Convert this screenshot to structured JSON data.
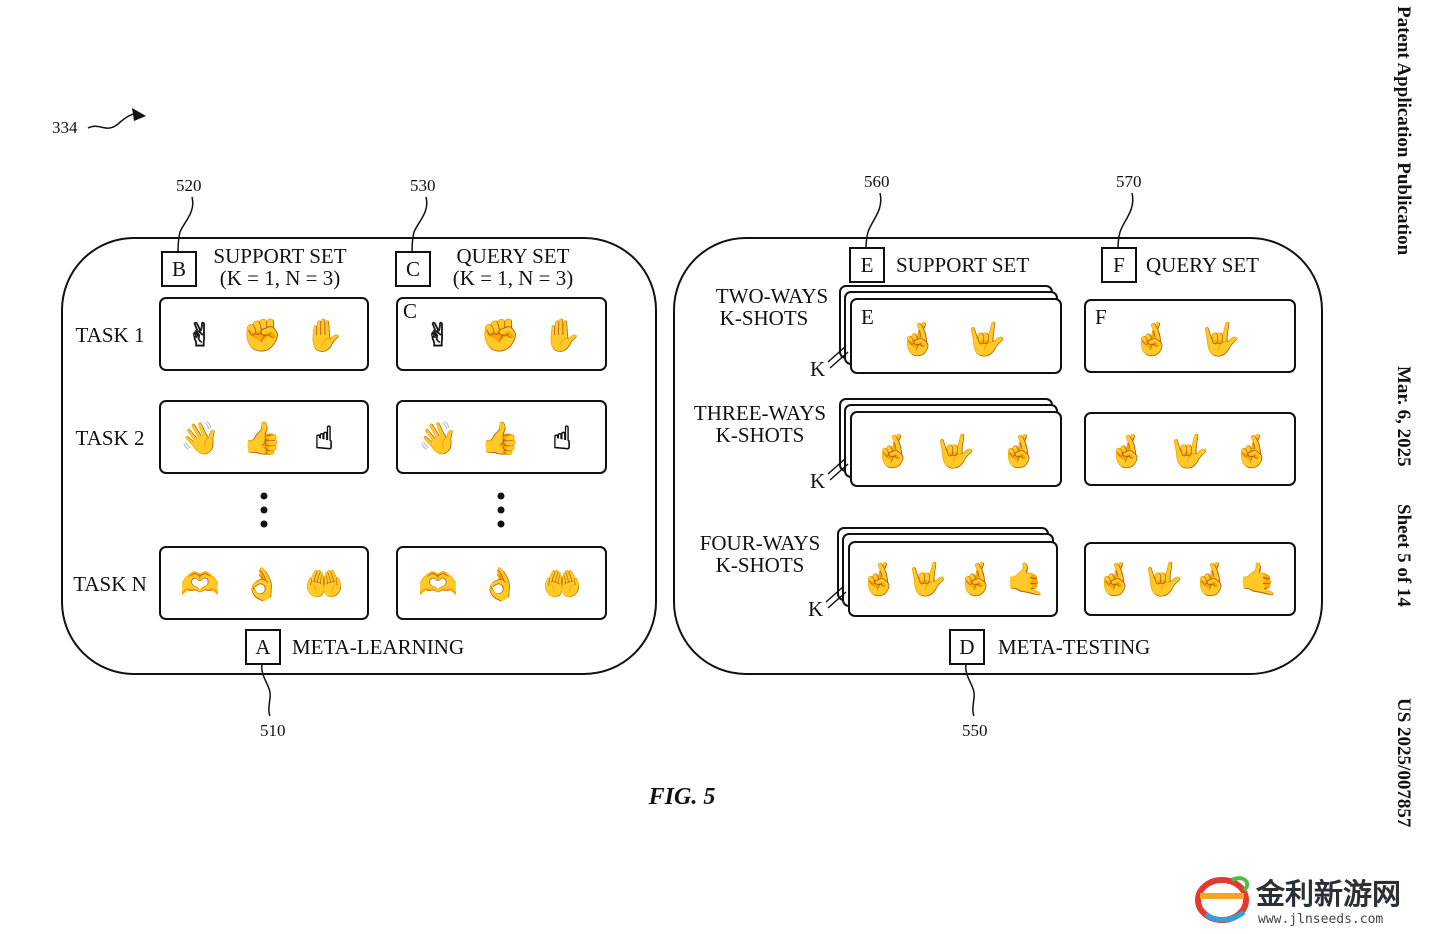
{
  "header": {
    "publication": "Patent Application Publication",
    "date": "Mar. 6, 2025",
    "sheet": "Sheet 5 of 14",
    "number": "US 2025/007857"
  },
  "refs": {
    "overall": "334",
    "meta_learning": "510",
    "support_learning": "520",
    "query_learning": "530",
    "meta_testing": "550",
    "support_testing": "560",
    "query_testing": "570"
  },
  "meta_learning": {
    "letter": "A",
    "title": "META-LEARNING",
    "support": {
      "letter": "B",
      "line1": "SUPPORT SET",
      "line2": "(K = 1, N = 3)"
    },
    "query": {
      "letter": "C",
      "line1": "QUERY SET",
      "line2": "(K = 1, N = 3)",
      "inner_letter": "C"
    },
    "ellipsis": "⋮",
    "tasks": [
      {
        "label": "TASK 1",
        "support": [
          "✌",
          "✊",
          "✋"
        ],
        "query": [
          "✌",
          "✊",
          "✋"
        ]
      },
      {
        "label": "TASK 2",
        "support": [
          "👋",
          "👍",
          "☝"
        ],
        "query": [
          "👋",
          "👍",
          "☝"
        ]
      },
      {
        "label": "TASK N",
        "support": [
          "🫶",
          "👌",
          "🤲"
        ],
        "query": [
          "🫶",
          "👌",
          "🤲"
        ]
      }
    ]
  },
  "meta_testing": {
    "letter": "D",
    "title": "META-TESTING",
    "support": {
      "letter": "E",
      "label": "SUPPORT SET",
      "inner_letter": "E"
    },
    "query": {
      "letter": "F",
      "label": "QUERY SET",
      "inner_letter": "F"
    },
    "k_label": "K",
    "rows": [
      {
        "line1": "TWO-WAYS",
        "line2": "K-SHOTS",
        "support": [
          "🤞",
          "🤟"
        ],
        "query": [
          "🤞",
          "🤟"
        ]
      },
      {
        "line1": "THREE-WAYS",
        "line2": "K-SHOTS",
        "support": [
          "🤞",
          "🤟",
          "🤞"
        ],
        "query": [
          "🤞",
          "🤟",
          "🤞"
        ]
      },
      {
        "line1": "FOUR-WAYS",
        "line2": "K-SHOTS",
        "support": [
          "🤞",
          "🤟",
          "🤞",
          "🤙"
        ],
        "query": [
          "🤞",
          "🤟",
          "🤞",
          "🤙"
        ]
      }
    ]
  },
  "figure_caption": "FIG. 5",
  "watermark": {
    "name": "金利新游网",
    "url": "www.jlnseeds.com"
  }
}
